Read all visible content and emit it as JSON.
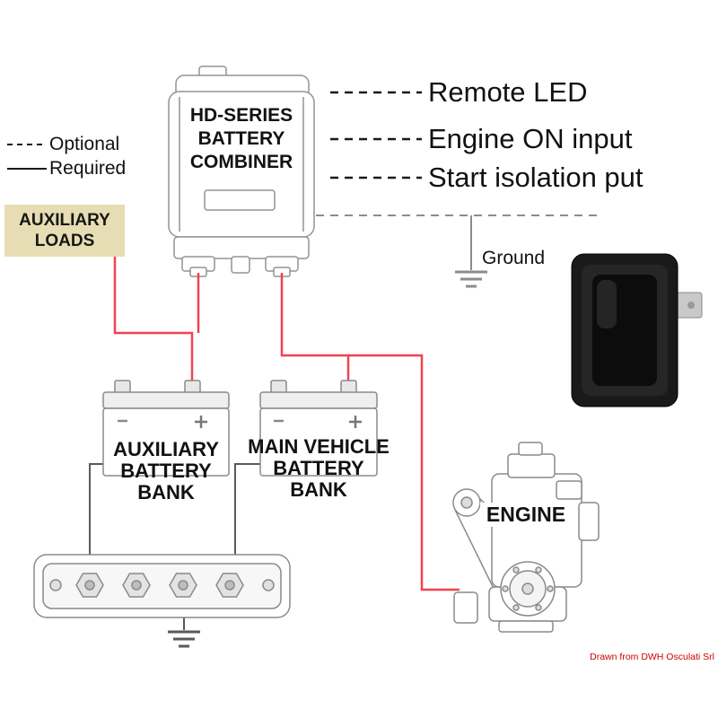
{
  "colors": {
    "wire_required": "#f2424f",
    "wire_ground": "#8c8c8c",
    "wire_negative": "#5a5a5a",
    "callout_line": "#1a1a1a",
    "line_art": "#949494",
    "aux_loads_bg": "#e7ddb4",
    "credit_text": "#cc0000"
  },
  "legend": {
    "optional_label": "Optional",
    "required_label": "Required"
  },
  "combiner": {
    "title_line1": "HD-SERIES",
    "title_line2": "BATTERY",
    "title_line3": "COMBINER"
  },
  "callouts": {
    "remote_led": "Remote LED",
    "engine_on_input": "Engine ON input",
    "start_isolation": "Start isolation put"
  },
  "ground": {
    "label": "Ground"
  },
  "aux_loads": {
    "line1": "AUXILIARY",
    "line2": "LOADS"
  },
  "batteries": {
    "aux": {
      "line1": "AUXILIARY",
      "line2": "BATTERY",
      "line3": "BANK"
    },
    "main": {
      "line1": "MAIN VEHICLE",
      "line2": "BATTERY",
      "line3": "BANK"
    }
  },
  "engine": {
    "label": "ENGINE"
  },
  "credit": "Drawn from DWH Osculati Srl"
}
